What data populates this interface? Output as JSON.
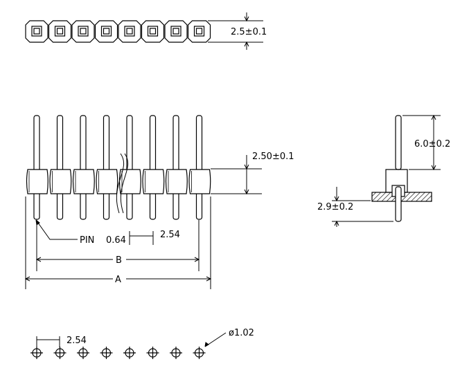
{
  "drawing": {
    "top_view": {
      "pin_count": 8,
      "height_dim": "2.5±0.1"
    },
    "front_view": {
      "pin_count": 8,
      "body_height_dim": "2.50±0.1",
      "pin_label": "PIN",
      "pin_width": "0.64",
      "pitch": "2.54",
      "dim_b": "B",
      "dim_a": "A"
    },
    "side_view": {
      "upper_dim": "6.0±0.2",
      "lower_dim": "2.9±0.2"
    },
    "footprint": {
      "hole_count": 8,
      "pitch": "2.54",
      "hole_dia": "ø1.02"
    }
  },
  "colors": {
    "line": "#000000",
    "hatch": "#000000"
  }
}
